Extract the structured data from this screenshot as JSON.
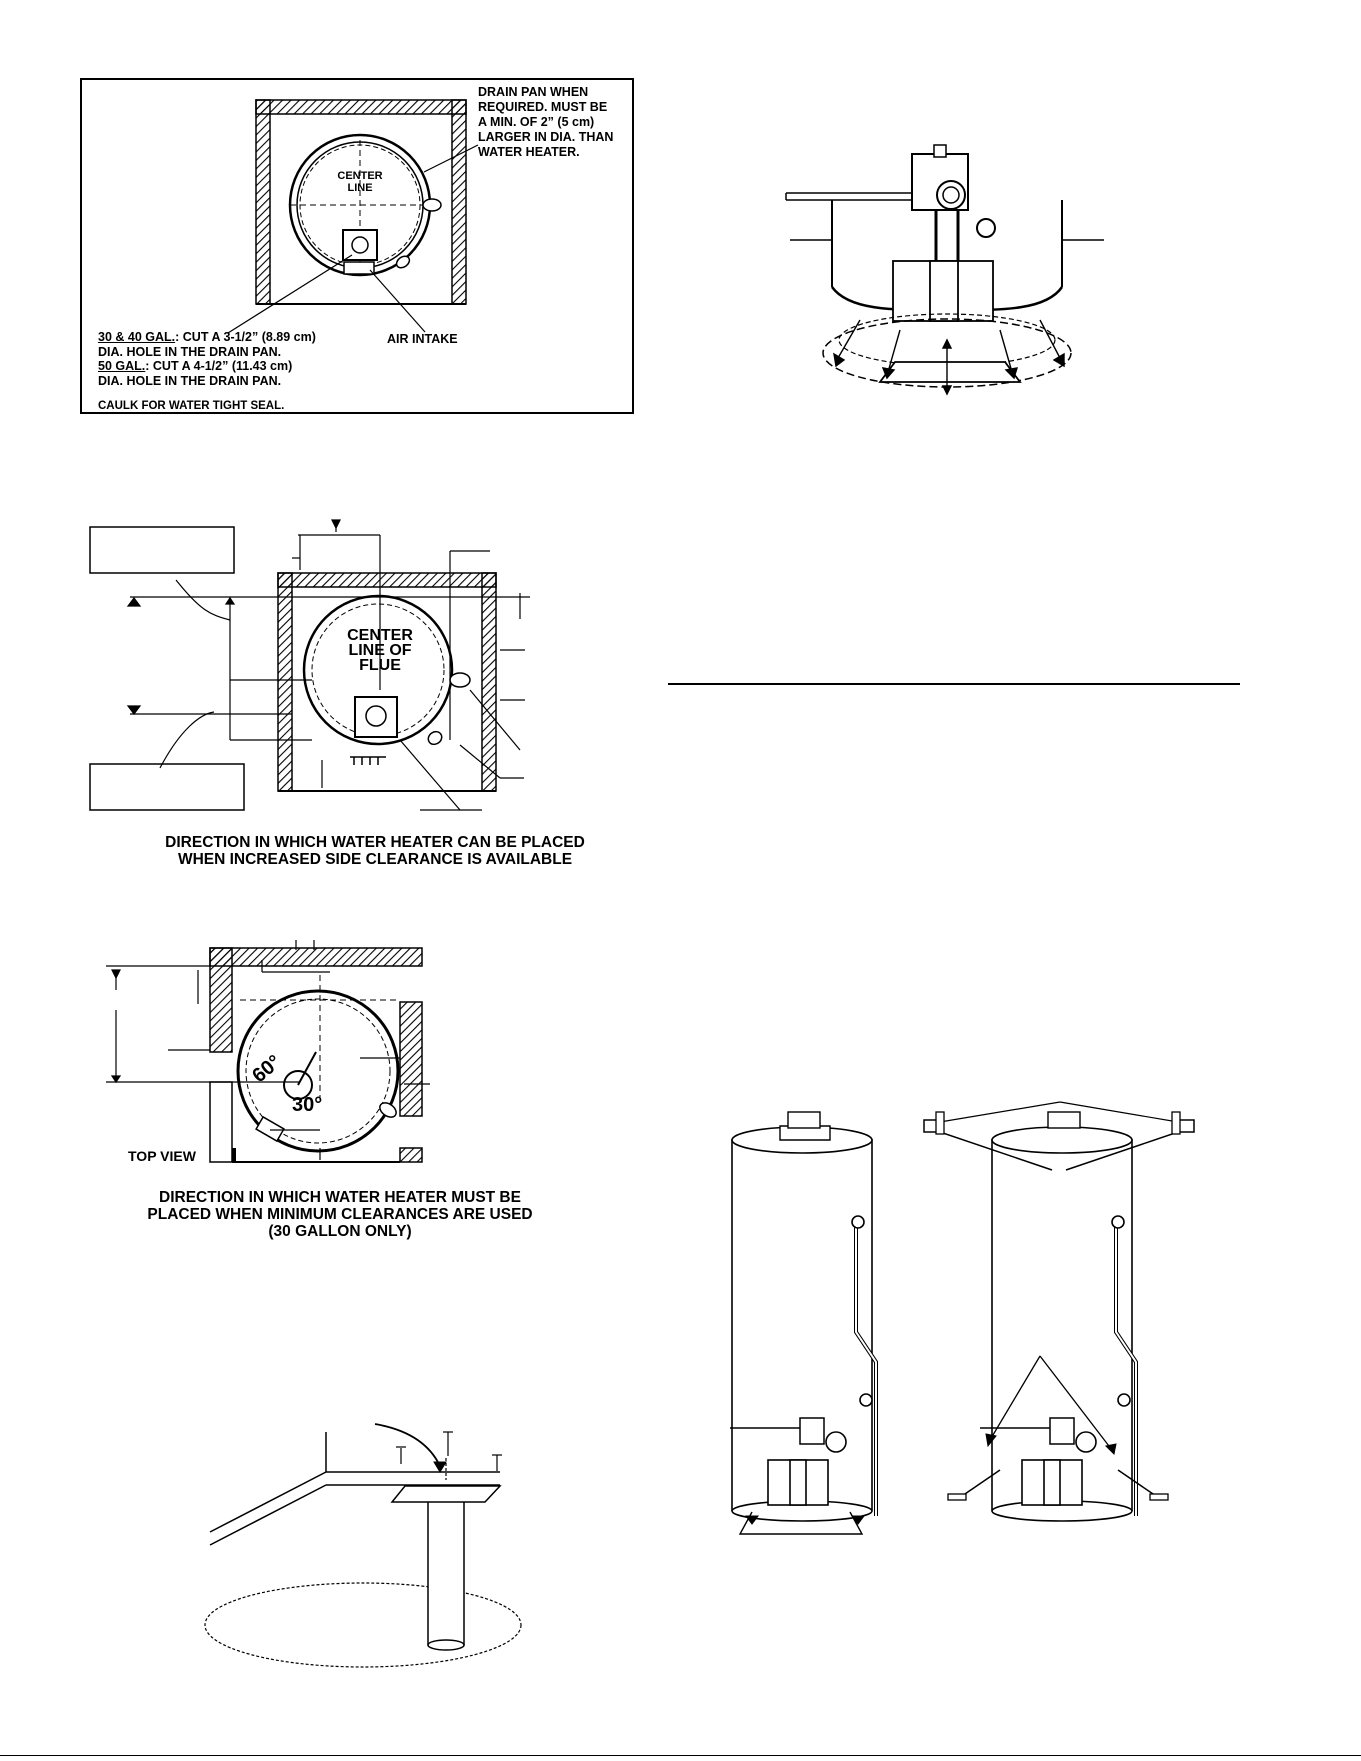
{
  "figure_drain_pan": {
    "drain_pan_note": [
      "DRAIN PAN WHEN",
      "REQUIRED. MUST BE",
      "A MIN. OF 2” (5 cm)",
      "LARGER IN DIA. THAN",
      "WATER HEATER."
    ],
    "center_line": [
      "CENTER",
      "LINE"
    ],
    "cut_30_40_prefix": "30 & 40 GAL.",
    "cut_30_40_text": ": CUT A  3-1/2” (8.89 cm)",
    "cut_30_40_line2": "DIA. HOLE  IN THE DRAIN PAN.",
    "cut_50_prefix": "50 GAL.",
    "cut_50_text": ": CUT A  4-1/2” (11.43 cm)",
    "cut_50_line2": "DIA. HOLE IN THE DRAIN PAN.",
    "air_intake": "AIR INTAKE",
    "caulk": "CAULK FOR WATER TIGHT SEAL."
  },
  "figure_increased_clearance": {
    "center_line_of_flue": [
      "CENTER",
      "LINE OF",
      "FLUE"
    ],
    "caption": [
      "DIRECTION IN WHICH WATER HEATER CAN BE PLACED",
      "WHEN INCREASED SIDE CLEARANCE IS AVAILABLE"
    ]
  },
  "figure_minimum_clearance": {
    "angle_60": "60°",
    "angle_30": "30°",
    "top_view": "TOP VIEW",
    "caption": [
      "DIRECTION IN WHICH WATER HEATER MUST BE",
      "PLACED WHEN MINIMUM CLEARANCES ARE USED",
      "(30 GALLON ONLY)"
    ]
  }
}
